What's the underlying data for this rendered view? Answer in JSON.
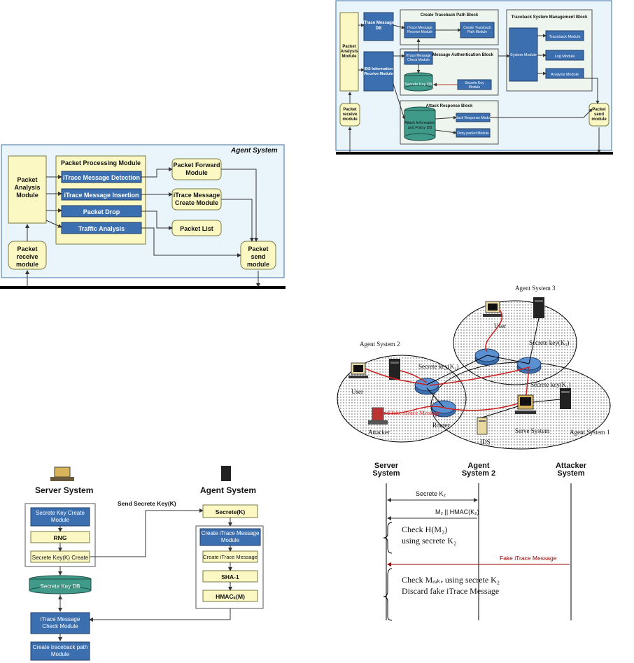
{
  "fig_agent": {
    "title": "Agent System",
    "packet_analysis": "Packet Analysis Module",
    "packet_receive": "Packet receive module",
    "processing_title": "Packet Processing Module",
    "proc_items": [
      "iTrace Message Detection",
      "iTrace Message Insertion",
      "Packet Drop",
      "Traffic Analysis"
    ],
    "packet_forward": "Packet Forward Module",
    "itrace_create": "iTrace Message Create Module",
    "packet_list": "Packet List",
    "packet_send": "Packet send module"
  },
  "fig_server": {
    "create_path_block": "Create Traceback Path Block",
    "mgmt_block": "Traceback System Management Block",
    "itrace_msg_db": "iTrace Message DB",
    "ids_receive": "IDS Information Receive Module",
    "packet_analysis": "Packet Analysis Module",
    "packet_receive": "Packet receive module",
    "itrace_receive": "iTrace Message Receive Module",
    "create_path": "Create Traceback Path Module",
    "auth_block": "iTrace Message Authentication Block",
    "check_module": "iTrace Message Check Module",
    "secrete_db": "Secrete Key DB",
    "key_module": "Secrete Key Module",
    "system_module": "System Module",
    "traceback_module": "Traceback Module",
    "log_module": "Log Module",
    "analysis_module": "Analysis Module",
    "attack_block": "Attack Response Block",
    "attack_info": "Attack Information and Policy DB",
    "attack_response": "Attack Response Module",
    "deny_packet": "Deny packet Module",
    "packet_send": "Packet send module"
  },
  "fig_network": {
    "agent3": "Agent System 3",
    "agent2": "Agent System 2",
    "agent1": "Agent System 1",
    "user_top": "User",
    "user_left": "User",
    "key3": "Secrete key(K₃)",
    "key2": "Secrete key(K₂)",
    "key1": "Secrete key(K₁)",
    "fake": "Send fake iTrace Message",
    "attacker": "Attacker",
    "router": "Router",
    "ids": "IDS",
    "server": "Serve System"
  },
  "fig_key": {
    "server": "Server System",
    "agent": "Agent System",
    "send_key": "Send Secrete Key(K)",
    "key_create_module": "Secrete Key Create Module",
    "rng": "RNG",
    "key_create": "Secrete Key(K) Create",
    "key_db": "Secrete Key DB",
    "check_module": "iTrace Message Check Module",
    "create_path": "Create traceback path Module",
    "secrete_k": "Secrete(K)",
    "create_msg_module": "Create iTrace Message Module",
    "create_msg": "Create iTrace Message",
    "sha1": "SHA-1",
    "hmac": "HMACₖ(M)"
  },
  "fig_seq": {
    "server": "Server System",
    "agent": "Agent System 2",
    "attacker": "Attacker System",
    "msg1": "Secrete K₂",
    "msg2": "M₂ || HMAC(K₂)",
    "check1a": "Check  H(M₂)",
    "check1b": "using secrete K₂",
    "fake": "Fake iTrace Message",
    "check2a": "Check Mₑₐₖₑ using secrete K₂",
    "check2b": "Discard fake iTrace Message"
  }
}
